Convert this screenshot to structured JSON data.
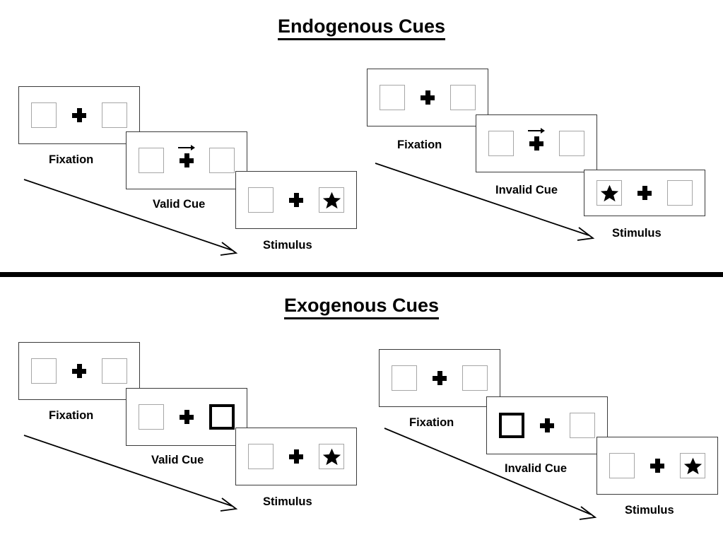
{
  "figure": {
    "type": "diagram",
    "description": "Posner spatial cueing paradigm: endogenous and exogenous cue trial sequences"
  },
  "sections": [
    {
      "id": "endogenous",
      "title": "Endogenous Cues",
      "sequences": [
        {
          "id": "endogenous-valid",
          "cue_type": "arrow",
          "steps": [
            {
              "label": "Fixation",
              "left": "empty",
              "right": "empty",
              "arrow": "none"
            },
            {
              "label": "Valid Cue",
              "left": "empty",
              "right": "empty",
              "arrow": "right"
            },
            {
              "label": "Stimulus",
              "left": "empty",
              "right": "star",
              "arrow": "none"
            }
          ]
        },
        {
          "id": "endogenous-invalid",
          "cue_type": "arrow",
          "steps": [
            {
              "label": "Fixation",
              "left": "empty",
              "right": "empty",
              "arrow": "none"
            },
            {
              "label": "Invalid Cue",
              "left": "empty",
              "right": "empty",
              "arrow": "right"
            },
            {
              "label": "Stimulus",
              "left": "star",
              "right": "empty",
              "arrow": "none"
            }
          ]
        }
      ]
    },
    {
      "id": "exogenous",
      "title": "Exogenous Cues",
      "sequences": [
        {
          "id": "exogenous-valid",
          "cue_type": "box-flash",
          "steps": [
            {
              "label": "Fixation",
              "left": "empty",
              "right": "empty",
              "arrow": "none"
            },
            {
              "label": "Valid Cue",
              "left": "empty",
              "right": "cued",
              "arrow": "none"
            },
            {
              "label": "Stimulus",
              "left": "empty",
              "right": "star",
              "arrow": "none"
            }
          ]
        },
        {
          "id": "exogenous-invalid",
          "cue_type": "box-flash",
          "steps": [
            {
              "label": "Fixation",
              "left": "empty",
              "right": "empty",
              "arrow": "none"
            },
            {
              "label": "Invalid Cue",
              "left": "cued",
              "right": "empty",
              "arrow": "none"
            },
            {
              "label": "Stimulus",
              "left": "empty",
              "right": "star",
              "arrow": "none"
            }
          ]
        }
      ]
    }
  ],
  "icons": {
    "fixation_cross": "plus-icon",
    "target": "star-icon",
    "cue_direction": "arrow-right-icon",
    "time_flow": "time-flow-arrow-icon"
  },
  "colors": {
    "background": "#ffffff",
    "text": "#000000",
    "panel_border": "#3a3a3a",
    "slot_border": "#a6a6a6",
    "cued_slot_border": "#000000",
    "divider": "#000000"
  }
}
